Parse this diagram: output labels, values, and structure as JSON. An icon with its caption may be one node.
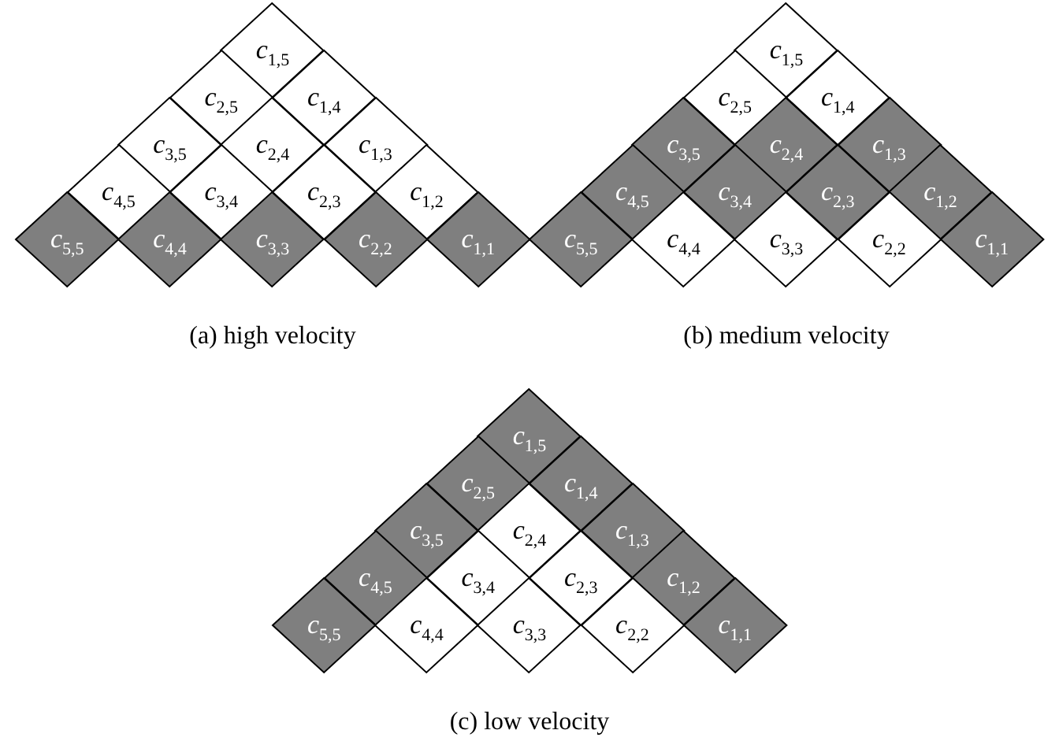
{
  "diagram": {
    "nodes": [
      {
        "text": [
          "*c*$_{1,5}$"
        ]
      },
      {
        "text": [
          "*c*$_{2,5}$"
        ]
      },
      {
        "text": [
          "*c*$_{1,4}$"
        ]
      },
      {
        "text": [
          "*c*$_{3,5}$"
        ]
      },
      {
        "text": [
          "*c*$_{2,4}$"
        ]
      },
      {
        "text": [
          "*c*$_{1,3}$"
        ]
      },
      {
        "text": [
          "*c*$_{4,5}$"
        ]
      },
      {
        "text": [
          "*c*$_{3,4}$"
        ]
      },
      {
        "text": [
          "*c*$_{2,3}$"
        ]
      },
      {
        "text": [
          "*c*$_{1,2}$"
        ]
      },
      {
        "text": [
          "*c*$_{5,5}$"
        ]
      },
      {
        "text": [
          "*c*$_{4,4}$"
        ]
      },
      {
        "text": [
          "*c*$_{3,3}$"
        ]
      },
      {
        "text": [
          "*c*$_{2,2}$"
        ]
      },
      {
        "text": [
          "*c*$_{1,1}$"
        ]
      },
      {
        "text": [
          "*c*$_{1,5}$"
        ]
      },
      {
        "text": [
          "*c*$_{2,5}$"
        ]
      },
      {
        "text": [
          "*c*$_{1,4}$"
        ]
      },
      {
        "text": [
          "*c*$_{3,5}$"
        ]
      },
      {
        "text": [
          "*c*$_{2,4}$"
        ]
      },
      {
        "text": [
          "*c*$_{1,3}$"
        ]
      },
      {
        "text": [
          "*c*$_{4,5}$"
        ]
      },
      {
        "text": [
          "*c*$_{3,4}$"
        ]
      },
      {
        "text": [
          "*c*$_{2,3}$"
        ]
      },
      {
        "text": [
          "*c*$_{1,2}$"
        ]
      },
      {
        "text": [
          "*c*$_{5,5}$"
        ]
      },
      {
        "text": [
          "*c*$_{4,4}$"
        ]
      },
      {
        "text": [
          "*c*$_{3,3}$"
        ]
      },
      {
        "text": [
          "*c*$_{2,2}$"
        ]
      },
      {
        "text": [
          "*c*$_{1,1}$"
        ]
      },
      {
        "text": [
          "*c*$_{1,5}$"
        ]
      },
      {
        "text": [
          "*c*$_{2,5}$"
        ]
      },
      {
        "text": [
          "*c*$_{1,4}$"
        ]
      },
      {
        "text": [
          "*c*$_{3,5}$"
        ]
      },
      {
        "text": [
          "*c*$_{2,4}$"
        ]
      },
      {
        "text": [
          "*c*$_{1,3}$"
        ]
      },
      {
        "text": [
          "*c*$_{4,5}$"
        ]
      },
      {
        "text": [
          "*c*$_{3,4}$"
        ]
      },
      {
        "text": [
          "*c*$_{2,3}$"
        ]
      },
      {
        "text": [
          "*c*$_{1,2}$"
        ]
      },
      {
        "text": [
          "*c*$_{5,5}$"
        ]
      },
      {
        "text": [
          "*c*$_{4,4}$"
        ]
      },
      {
        "text": [
          "*c*$_{3,3}$"
        ]
      },
      {
        "text": [
          "*c*$_{2,2}$"
        ]
      },
      {
        "text": [
          "*c*$_{1,1}$"
        ]
      }
    ],
    "labels": [
      "(a) high velocity",
      "(b) medium velocity",
      "(c) low velocity"
    ]
  }
}
